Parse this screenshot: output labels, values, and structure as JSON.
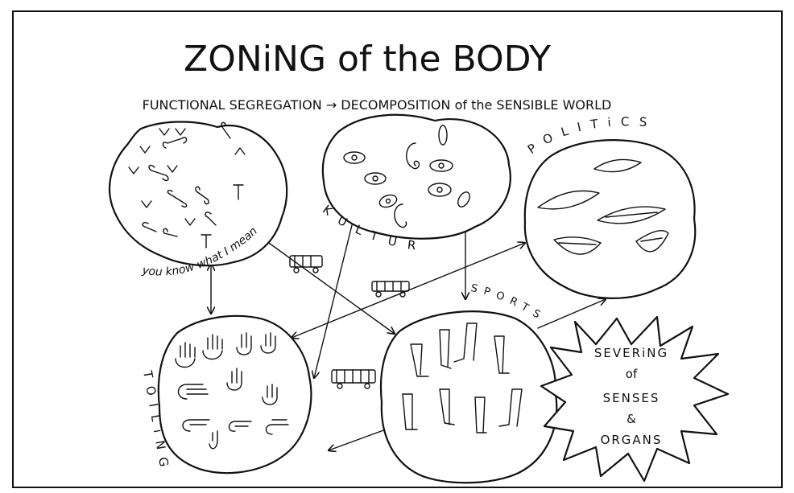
{
  "title": "ZONiNG of the BODY",
  "subtitle": "FUNCTIONAL SEGREGATION → DECOMPOSITION of the SENSIBLE WORLD",
  "labels": {
    "you_know_what": "you know what I mean",
    "kultur": "KULTUR",
    "politics": "POLITiCS",
    "sports": "SPORTS",
    "toiling": "TOILiNG"
  },
  "starburst_lines": [
    "SEVERiNG",
    "of",
    "SENSES",
    "&",
    "ORGANS"
  ]
}
